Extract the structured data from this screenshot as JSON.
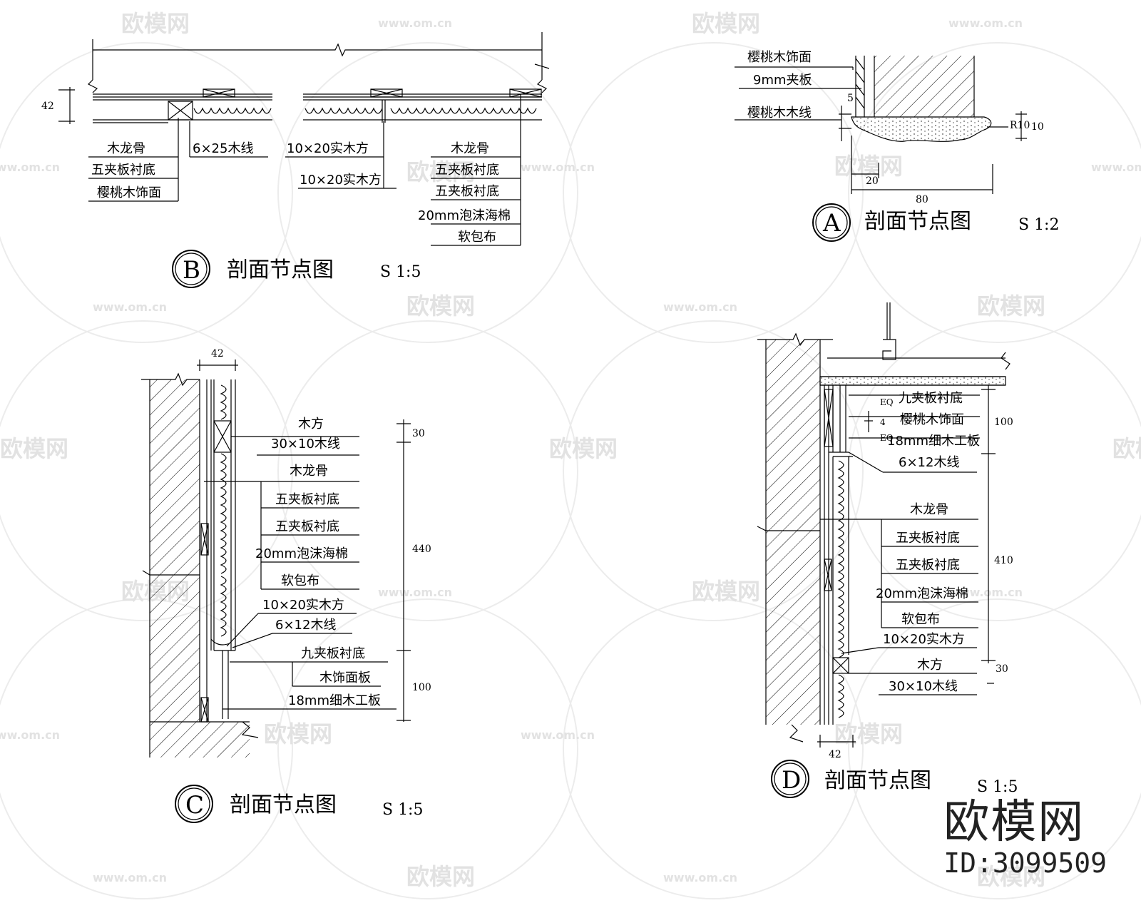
{
  "watermark": {
    "brand": "欧模网",
    "url": "www.om.cn"
  },
  "brand_badge": {
    "name": "欧模网",
    "id_text": "ID:3099509"
  },
  "detail_b": {
    "mark": "B",
    "title": "剖面节点图",
    "scale": "S 1:5",
    "dim_42": "42",
    "labels_left": [
      "木龙骨",
      "五夹板衬底",
      "樱桃木饰面"
    ],
    "label_line": "6×25木线",
    "label_block1": "10×20实木方",
    "label_block2": "10×20实木方",
    "labels_right": [
      "木龙骨",
      "五夹板衬底",
      "五夹板衬底",
      "20mm泡沫海棉",
      "软包布"
    ]
  },
  "detail_a": {
    "mark": "A",
    "title": "剖面节点图",
    "scale": "S 1:2",
    "labels": [
      "樱桃木饰面",
      "9mm夹板",
      "樱桃木木线"
    ],
    "dim_5": "5",
    "dim_r10": "R10",
    "dim_10": "10",
    "dim_20": "20",
    "dim_80": "80"
  },
  "detail_c": {
    "mark": "C",
    "title": "剖面节点图",
    "scale": "S 1:5",
    "dim_42": "42",
    "dims": [
      "30",
      "440",
      "100"
    ],
    "labels": [
      "木方",
      "30×10木线",
      "木龙骨",
      "五夹板衬底",
      "五夹板衬底",
      "20mm泡沫海棉",
      "软包布",
      "10×20实木方",
      "6×12木线",
      "九夹板衬底",
      "木饰面板",
      "18mm细木工板"
    ]
  },
  "detail_d": {
    "mark": "D",
    "title": "剖面节点图",
    "scale": "S 1:5",
    "dim_42": "42",
    "dims": [
      "100",
      "410",
      "30"
    ],
    "eq": [
      "EQ",
      "EQ"
    ],
    "dim_4": "4",
    "labels": [
      "九夹板衬底",
      "樱桃木饰面",
      "18mm细木工板",
      "6×12木线",
      "木龙骨",
      "五夹板衬底",
      "五夹板衬底",
      "20mm泡沫海棉",
      "软包布",
      "10×20实木方",
      "木方",
      "30×10木线"
    ]
  }
}
